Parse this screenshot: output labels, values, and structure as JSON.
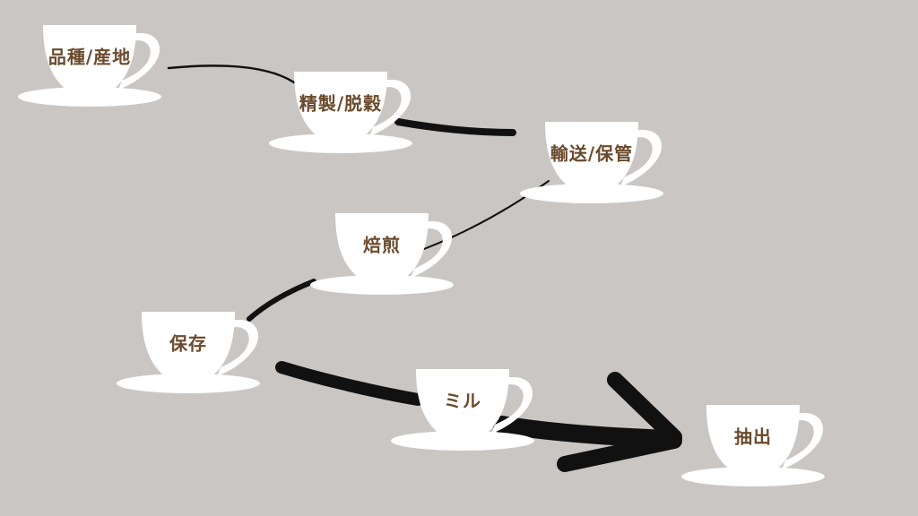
{
  "steps": [
    {
      "id": "variety",
      "label": "品種/産地"
    },
    {
      "id": "processing",
      "label": "精製/脱穀"
    },
    {
      "id": "transport",
      "label": "輸送/保管"
    },
    {
      "id": "roasting",
      "label": "焙煎"
    },
    {
      "id": "storage",
      "label": "保存"
    },
    {
      "id": "grinding",
      "label": "ミル"
    },
    {
      "id": "extraction",
      "label": "抽出"
    }
  ],
  "colors": {
    "background": "#cac6c3",
    "cup": "#ffffff",
    "label": "#6b4a2c",
    "connector": "#111111"
  },
  "icons": {
    "cup": "coffee-cup-icon",
    "arrow": "arrow-icon"
  }
}
